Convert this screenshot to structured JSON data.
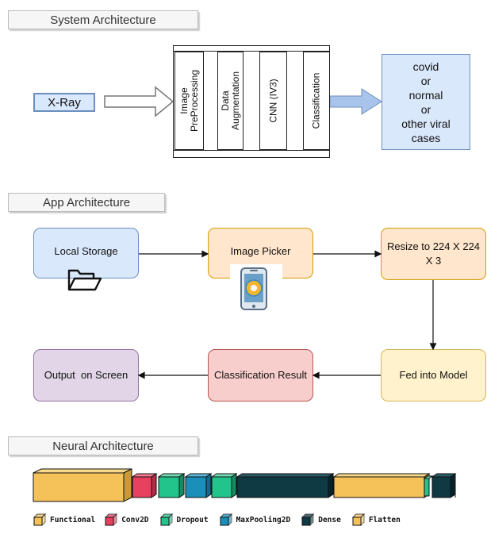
{
  "system_architecture": {
    "title": "System Architecture",
    "input_label": "X-Ray",
    "stages": [
      "Image PreProcessing",
      "Data Augmentation",
      "CNN (IV3)",
      "Classification"
    ],
    "outputs": [
      "covid",
      "or",
      "normal",
      "or",
      "other viral",
      "cases"
    ]
  },
  "app_architecture": {
    "title": "App Architecture",
    "nodes": {
      "local_storage": "Local Storage",
      "image_picker": "Image Picker",
      "resize": "Resize to 224 X 224 X 3",
      "fed_into_model": "Fed into Model",
      "classification_result": "Classification Result",
      "output_on_screen": "Output  on Screen"
    }
  },
  "neural_architecture": {
    "title": "Neural Architecture",
    "layer_types": [
      {
        "name": "Functional",
        "color": "#f5c25a"
      },
      {
        "name": "Conv2D",
        "color": "#e8415f"
      },
      {
        "name": "Dropout",
        "color": "#23c48c"
      },
      {
        "name": "MaxPooling2D",
        "color": "#1a8fb9"
      },
      {
        "name": "Dense",
        "color": "#0f3943"
      },
      {
        "name": "Flatten",
        "color": "#f5c25a"
      }
    ]
  }
}
